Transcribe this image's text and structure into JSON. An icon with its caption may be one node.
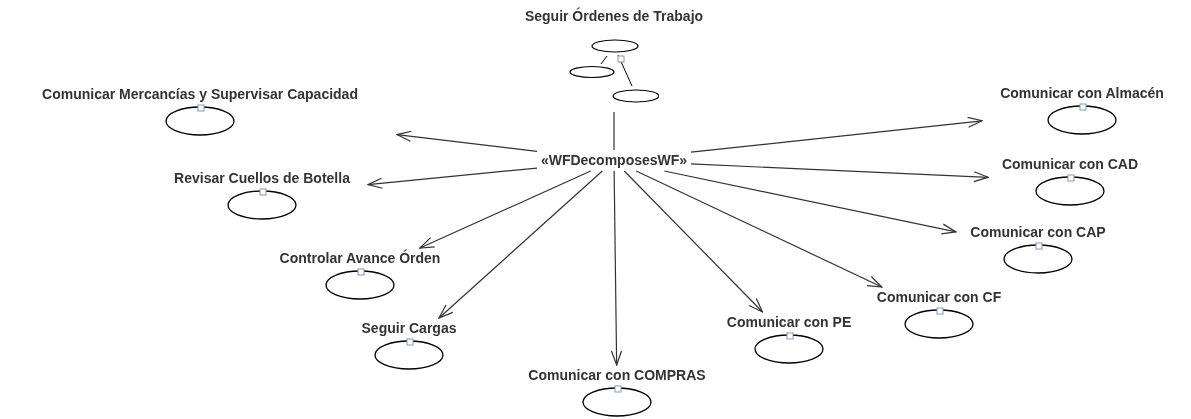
{
  "diagram": {
    "nodes": [
      {
        "text": [
          "Seguir Órdenes de Trabajo"
        ]
      },
      {
        "text": [
          "«WFDecomposesWF»"
        ]
      },
      {
        "text": [
          "Comunicar Mercancías y Supervisar Capacidad"
        ]
      },
      {
        "text": [
          "Revisar Cuellos de Botella"
        ]
      },
      {
        "text": [
          "Controlar Avance Órden"
        ]
      },
      {
        "text": [
          "Seguir Cargas"
        ]
      },
      {
        "text": [
          "Comunicar con COMPRAS"
        ]
      },
      {
        "text": [
          "Comunicar con PE"
        ]
      },
      {
        "text": [
          "Comunicar con CF"
        ]
      },
      {
        "text": [
          "Comunicar con CAP"
        ]
      },
      {
        "text": [
          "Comunicar con CAD"
        ]
      },
      {
        "text": [
          "Comunicar con Almacén"
        ]
      }
    ],
    "edges": [
      {
        "from": 0,
        "to": 1,
        "arrow": "none"
      },
      {
        "from": 1,
        "to": 2,
        "arrow": "to"
      },
      {
        "from": 1,
        "to": 3,
        "arrow": "to"
      },
      {
        "from": 1,
        "to": 4,
        "arrow": "to"
      },
      {
        "from": 1,
        "to": 5,
        "arrow": "to"
      },
      {
        "from": 1,
        "to": 6,
        "arrow": "to"
      },
      {
        "from": 1,
        "to": 7,
        "arrow": "to"
      },
      {
        "from": 1,
        "to": 8,
        "arrow": "to"
      },
      {
        "from": 1,
        "to": 9,
        "arrow": "to"
      },
      {
        "from": 1,
        "to": 10,
        "arrow": "to"
      },
      {
        "from": 1,
        "to": 11,
        "arrow": "to"
      }
    ]
  }
}
